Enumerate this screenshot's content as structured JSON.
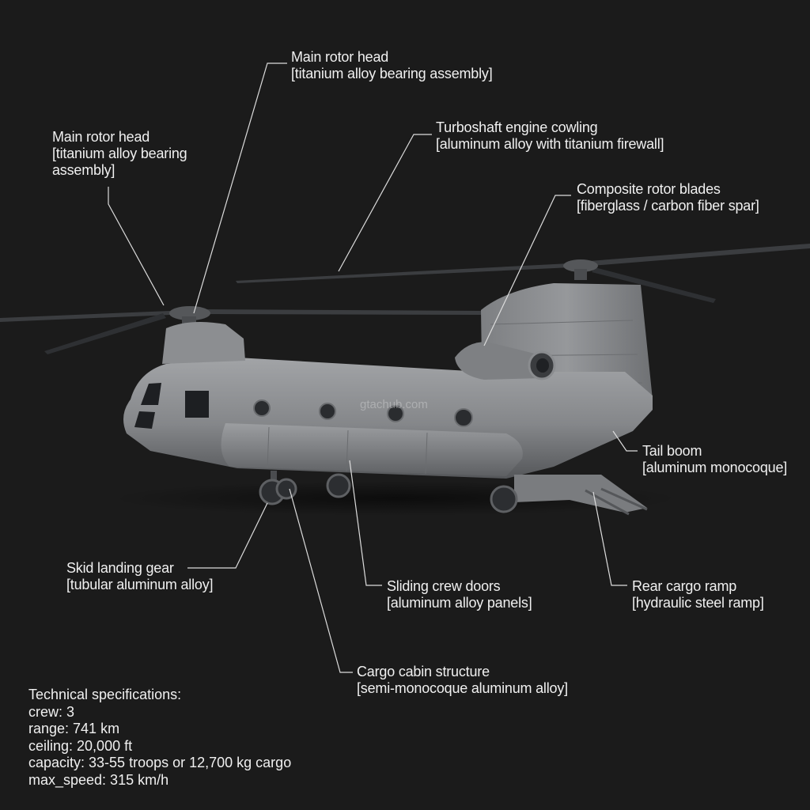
{
  "callouts": [
    {
      "id": "rotor-head-top",
      "title": "Main rotor head",
      "material": "[titanium alloy bearing assembly]"
    },
    {
      "id": "rotor-head-left",
      "title": "Main rotor head",
      "material": "[titanium alloy bearing assembly]"
    },
    {
      "id": "engine-cowling",
      "title": "Turboshaft engine cowling",
      "material": "[aluminum alloy with titanium firewall]"
    },
    {
      "id": "rotor-blades",
      "title": "Composite rotor blades",
      "material": "[fiberglass / carbon fiber spar]"
    },
    {
      "id": "tail-boom",
      "title": "Tail boom",
      "material": "[aluminum monocoque]"
    },
    {
      "id": "landing-gear",
      "title": "Skid landing gear",
      "material": "[tubular aluminum alloy]"
    },
    {
      "id": "crew-doors",
      "title": "Sliding crew doors",
      "material": "[aluminum alloy panels]"
    },
    {
      "id": "cargo-ramp",
      "title": "Rear cargo ramp",
      "material": "[hydraulic steel ramp]"
    },
    {
      "id": "cabin-structure",
      "title": "Cargo cabin structure",
      "material": "[semi-monocoque aluminum alloy]"
    }
  ],
  "specs": {
    "heading": "Technical specifications:",
    "lines": [
      "crew: 3",
      "range: 741 km",
      "ceiling: 20,000 ft",
      "capacity: 33-55 troops or 12,700 kg cargo",
      "max_speed: 315 km/h"
    ]
  },
  "watermark": "gtachub.com",
  "colors": {
    "background": "#1b1b1b",
    "fuselage": "#8e9093",
    "text": "#f0f0f0"
  }
}
